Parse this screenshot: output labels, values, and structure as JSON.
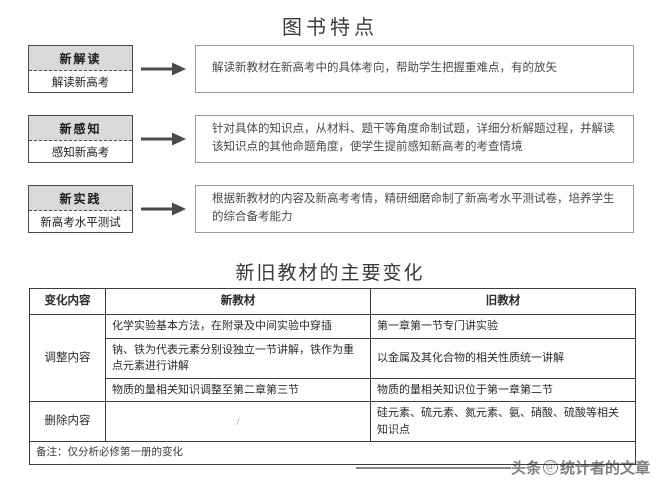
{
  "features_section": {
    "title": "图书特点",
    "items": [
      {
        "tag_top": "新解读",
        "tag_bottom": "解读新高考",
        "description": "解读新教材在新高考中的具体考向，帮助学生把握重难点，有的放矢",
        "arrow_icon": "arrow-right-icon"
      },
      {
        "tag_top": "新感知",
        "tag_bottom": "感知新高考",
        "description": "针对具体的知识点，从材料、题干等角度命制试题，详细分析解题过程，并解读该知识点的其他命题角度，使学生提前感知新高考的考查情境",
        "arrow_icon": "arrow-right-icon"
      },
      {
        "tag_top": "新实践",
        "tag_bottom": "新高考水平测试",
        "description": "根据新教材的内容及新高考考情，精研细磨命制了新高考水平测试卷，培养学生的综合备考能力",
        "arrow_icon": "arrow-right-icon"
      }
    ]
  },
  "changes_section": {
    "title": "新旧教材的主要变化",
    "table": {
      "headers": [
        "变化内容",
        "新教材",
        "旧教材"
      ],
      "groups": [
        {
          "label": "调整内容",
          "rows": [
            {
              "new": "化学实验基本方法，在附录及中间实验中穿插",
              "old": "第一章第一节专门讲实验"
            },
            {
              "new": "钠、铁为代表元素分别设独立一节讲解，铁作为重点元素进行讲解",
              "old": "以金属及其化合物的相关性质统一讲解"
            },
            {
              "new": "物质的量相关知识调整至第二章第三节",
              "old": "物质的量相关知识位于第一章第二节"
            }
          ]
        },
        {
          "label": "删除内容",
          "rows": [
            {
              "new": "/",
              "old": "硅元素、硫元素、氮元素、氨、硝酸、硫酸等相关知识点"
            }
          ]
        }
      ],
      "note": "备注：仅分析必修第一册的变化"
    }
  },
  "watermark": {
    "prefix": "头条",
    "at": "@",
    "suffix": "统计者的文章"
  },
  "colors": {
    "tag_header_bg": "#d9d9d9",
    "border_dark": "#3c3c3c",
    "border_light": "#9a9a9a",
    "arrow": "#4a4a4a",
    "text": "#2b2b2b"
  }
}
